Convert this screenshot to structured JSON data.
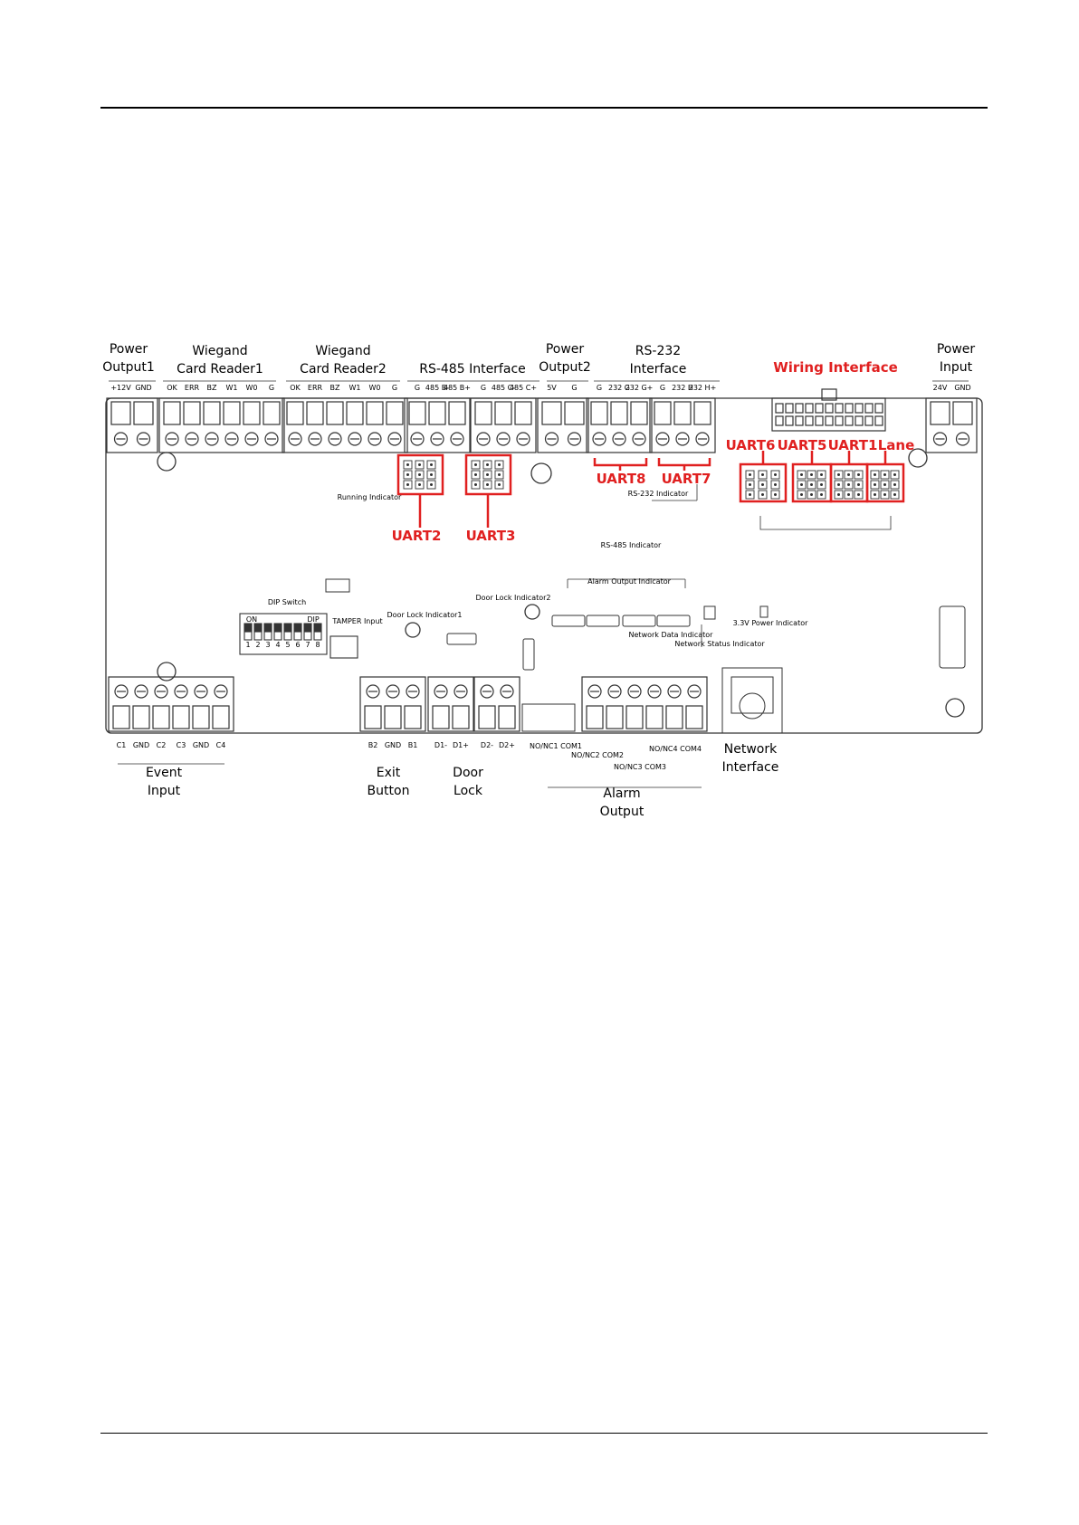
{
  "top_labels": {
    "power_output1": [
      "Power",
      "Output1"
    ],
    "wiegand_reader1": [
      "Wiegand",
      "Card Reader1"
    ],
    "wiegand_reader2": [
      "Wiegand",
      "Card Reader2"
    ],
    "rs485_interface": "RS-485 Interface",
    "power_output2": [
      "Power",
      "Output2"
    ],
    "rs232_interface": [
      "RS-232",
      "Interface"
    ],
    "wiring_interface": "Wiring Interface",
    "power_input": [
      "Power",
      "Input"
    ]
  },
  "top_pins": {
    "power_output1": [
      "+12V",
      "GND"
    ],
    "wiegand_reader1": [
      "OK",
      "ERR",
      "BZ",
      "W1",
      "W0",
      "G"
    ],
    "wiegand_reader2": [
      "OK",
      "ERR",
      "BZ",
      "W1",
      "W0",
      "G"
    ],
    "rs485_interface": [
      "G",
      "485 B-",
      "485 B+",
      "G",
      "485 C-",
      "485 C+"
    ],
    "power_output2": [
      "5V",
      "G"
    ],
    "rs232_interface": [
      "G",
      "232 G",
      "232 G+",
      "G",
      "232 H",
      "232 H+"
    ],
    "power_input": [
      "24V",
      "GND"
    ]
  },
  "uart_labels": {
    "uart2": "UART2",
    "uart3": "UART3",
    "uart8": "UART8",
    "uart7": "UART7",
    "uart6": "UART6",
    "uart5": "UART5",
    "uart1": "UART1",
    "lane": "Lane"
  },
  "board_labels": {
    "running_indicator": "Running Indicator",
    "rs232_indicator": "RS-232 Indicator",
    "rs485_indicator": "RS-485 Indicator",
    "alarm_output_indicator": "Alarm Output Indicator",
    "door_lock_indicator2": "Door Lock Indicator2",
    "door_lock_indicator1": "Door Lock Indicator1",
    "dip_switch": "DIP Switch",
    "dip_on": "ON",
    "dip_dip": "DIP",
    "dip_numbers": [
      "1",
      "2",
      "3",
      "4",
      "5",
      "6",
      "7",
      "8"
    ],
    "tamper_input": "TAMPER Input",
    "network_data_indicator": "Network Data Indicator",
    "network_status_indicator": "Network Status Indicator",
    "power_indicator_33v": "3.3V Power Indicator"
  },
  "bottom_pins": {
    "event_input": [
      "C1",
      "GND",
      "C2",
      "C3",
      "GND",
      "C4"
    ],
    "exit_button": [
      "B2",
      "GND",
      "B1"
    ],
    "door_lock": [
      "D1-",
      "D1+",
      "D2-",
      "D2+"
    ],
    "alarm_com1": "NO/NC1 COM1",
    "alarm_com2": "NO/NC2 COM2",
    "alarm_com3": "NO/NC3 COM3",
    "alarm_com4": "NO/NC4 COM4"
  },
  "bottom_labels": {
    "event_input": [
      "Event",
      "Input"
    ],
    "exit_button": [
      "Exit",
      "Button"
    ],
    "door_lock": [
      "Door",
      "Lock"
    ],
    "alarm_output": [
      "Alarm",
      "Output"
    ],
    "network_interface": [
      "Network",
      "Interface"
    ]
  },
  "colors": {
    "highlight": "#e02020",
    "board_outline": "#333333"
  }
}
